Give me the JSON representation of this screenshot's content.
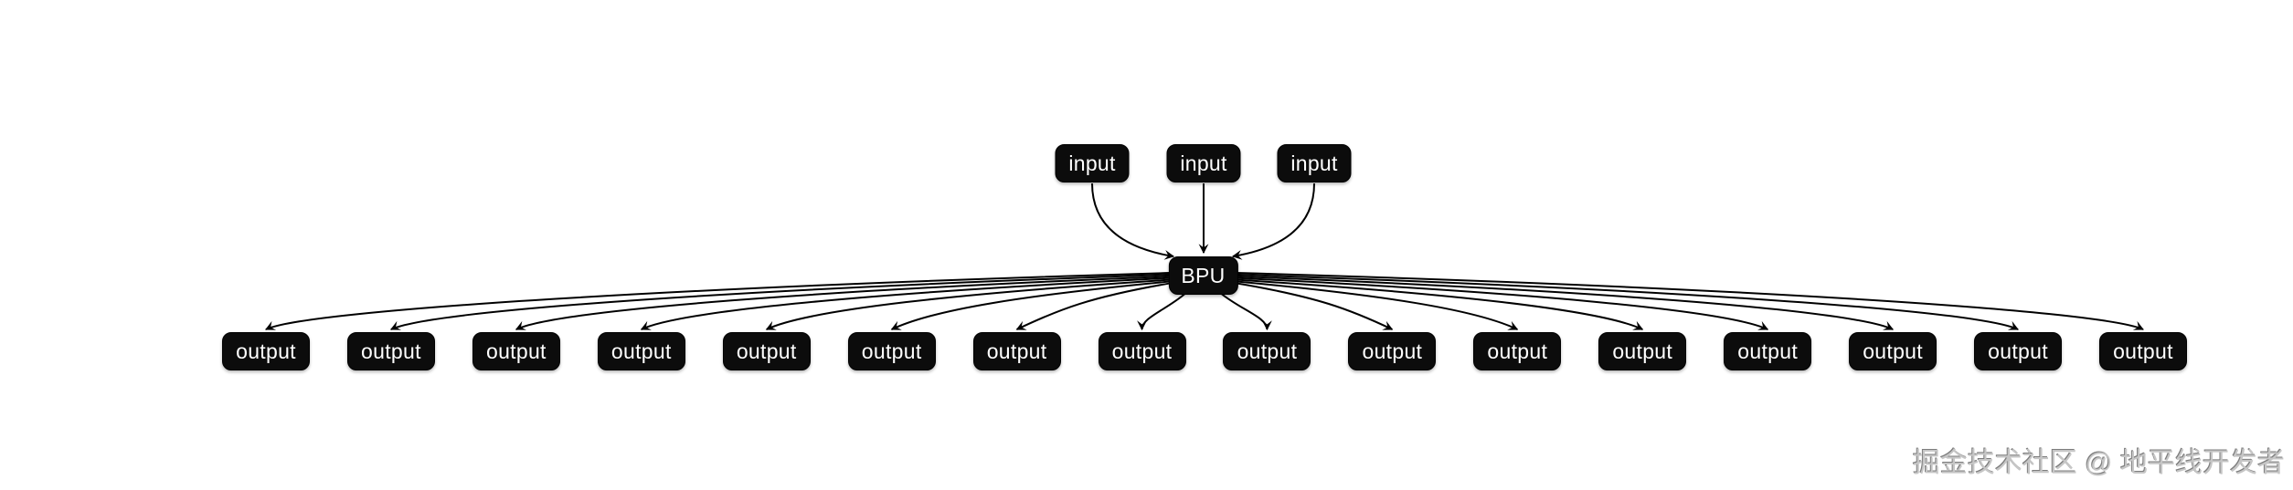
{
  "diagram": {
    "hub": {
      "label": "BPU"
    },
    "inputs": [
      {
        "label": "input"
      },
      {
        "label": "input"
      },
      {
        "label": "input"
      }
    ],
    "outputs": [
      {
        "label": "output"
      },
      {
        "label": "output"
      },
      {
        "label": "output"
      },
      {
        "label": "output"
      },
      {
        "label": "output"
      },
      {
        "label": "output"
      },
      {
        "label": "output"
      },
      {
        "label": "output"
      },
      {
        "label": "output"
      },
      {
        "label": "output"
      },
      {
        "label": "output"
      },
      {
        "label": "output"
      },
      {
        "label": "output"
      },
      {
        "label": "output"
      },
      {
        "label": "output"
      },
      {
        "label": "output"
      }
    ],
    "edges": {
      "inputs_to_hub": "each input connects to BPU",
      "hub_to_outputs": "BPU connects to every output"
    },
    "colors": {
      "node_background": "#0c0c0c",
      "node_text": "#ffffff",
      "edge": "#000000",
      "page_background": "#ffffff"
    }
  },
  "watermark": {
    "text": "掘金技术社区 @ 地平线开发者"
  }
}
